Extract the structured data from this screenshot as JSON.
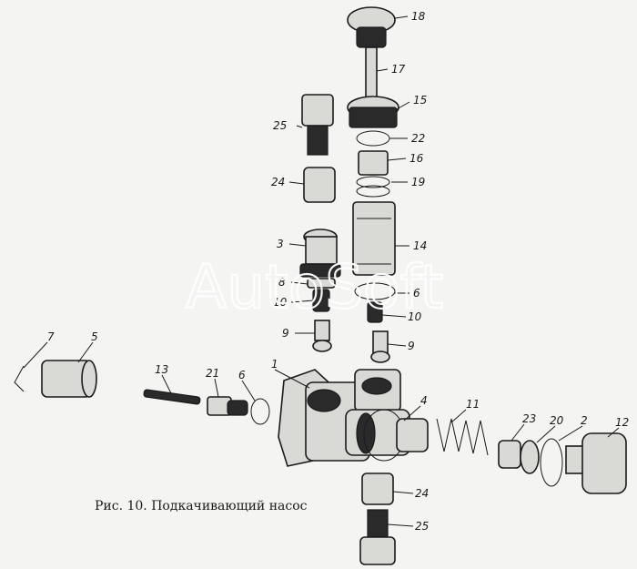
{
  "caption": "Рис. 10. Подкачивающий насос",
  "watermark": "AutoSoft",
  "labels": [
    "18",
    "17",
    "15",
    "25",
    "22",
    "16",
    "24",
    "19",
    "3",
    "14",
    "8",
    "10",
    "6",
    "10",
    "9",
    "9",
    "7",
    "5",
    "13",
    "21",
    "6",
    "1",
    "4",
    "11",
    "23",
    "20",
    "2",
    "12",
    "24",
    "25"
  ]
}
